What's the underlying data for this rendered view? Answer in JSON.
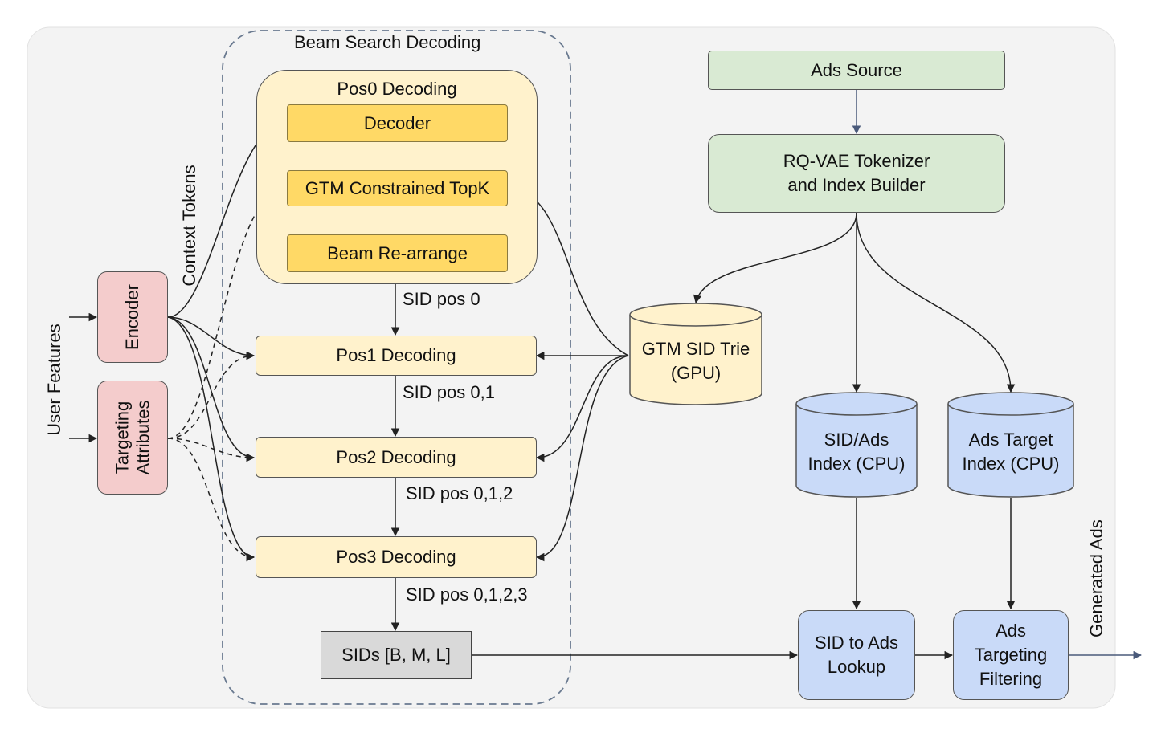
{
  "diagram": {
    "colors": {
      "background_panel": "#f3f3f3",
      "pos_light": "#fff2cc",
      "pos_strong": "#ffd966",
      "red_node": "#f4cccc",
      "green_node": "#d9ead3",
      "blue_node": "#c9daf8",
      "cylinder_yellow": "#fff2cc",
      "sids_gray": "#d9d9d9",
      "stroke": "#555555"
    },
    "labels": {
      "beam_search_title": "Beam Search Decoding",
      "pos0_title": "Pos0 Decoding",
      "decoder": "Decoder",
      "gtm_topk": "GTM Constrained TopK",
      "beam_rearrange": "Beam Re-arrange",
      "sid_pos0": "SID pos 0",
      "pos1": "Pos1 Decoding",
      "sid_pos01": "SID pos 0,1",
      "pos2": "Pos2 Decoding",
      "sid_pos012": "SID pos 0,1,2",
      "pos3": "Pos3 Decoding",
      "sid_pos0123": "SID pos 0,1,2,3",
      "sids": "SIDs [B, M, L]",
      "context_tokens": "Context Tokens",
      "user_features": "User Features",
      "encoder": "Encoder",
      "targeting_attributes": "Targeting\nAttributes",
      "ads_source": "Ads Source",
      "rqvae": "RQ-VAE Tokenizer\nand Index Builder",
      "gtm_trie": "GTM SID Trie\n(GPU)",
      "sid_ads_index": "SID/Ads\nIndex (CPU)",
      "ads_target_index": "Ads Target\nIndex (CPU)",
      "sid_to_ads": "SID to Ads\nLookup",
      "ads_targeting_filtering": "Ads\nTargeting\nFiltering",
      "generated_ads": "Generated Ads"
    }
  }
}
